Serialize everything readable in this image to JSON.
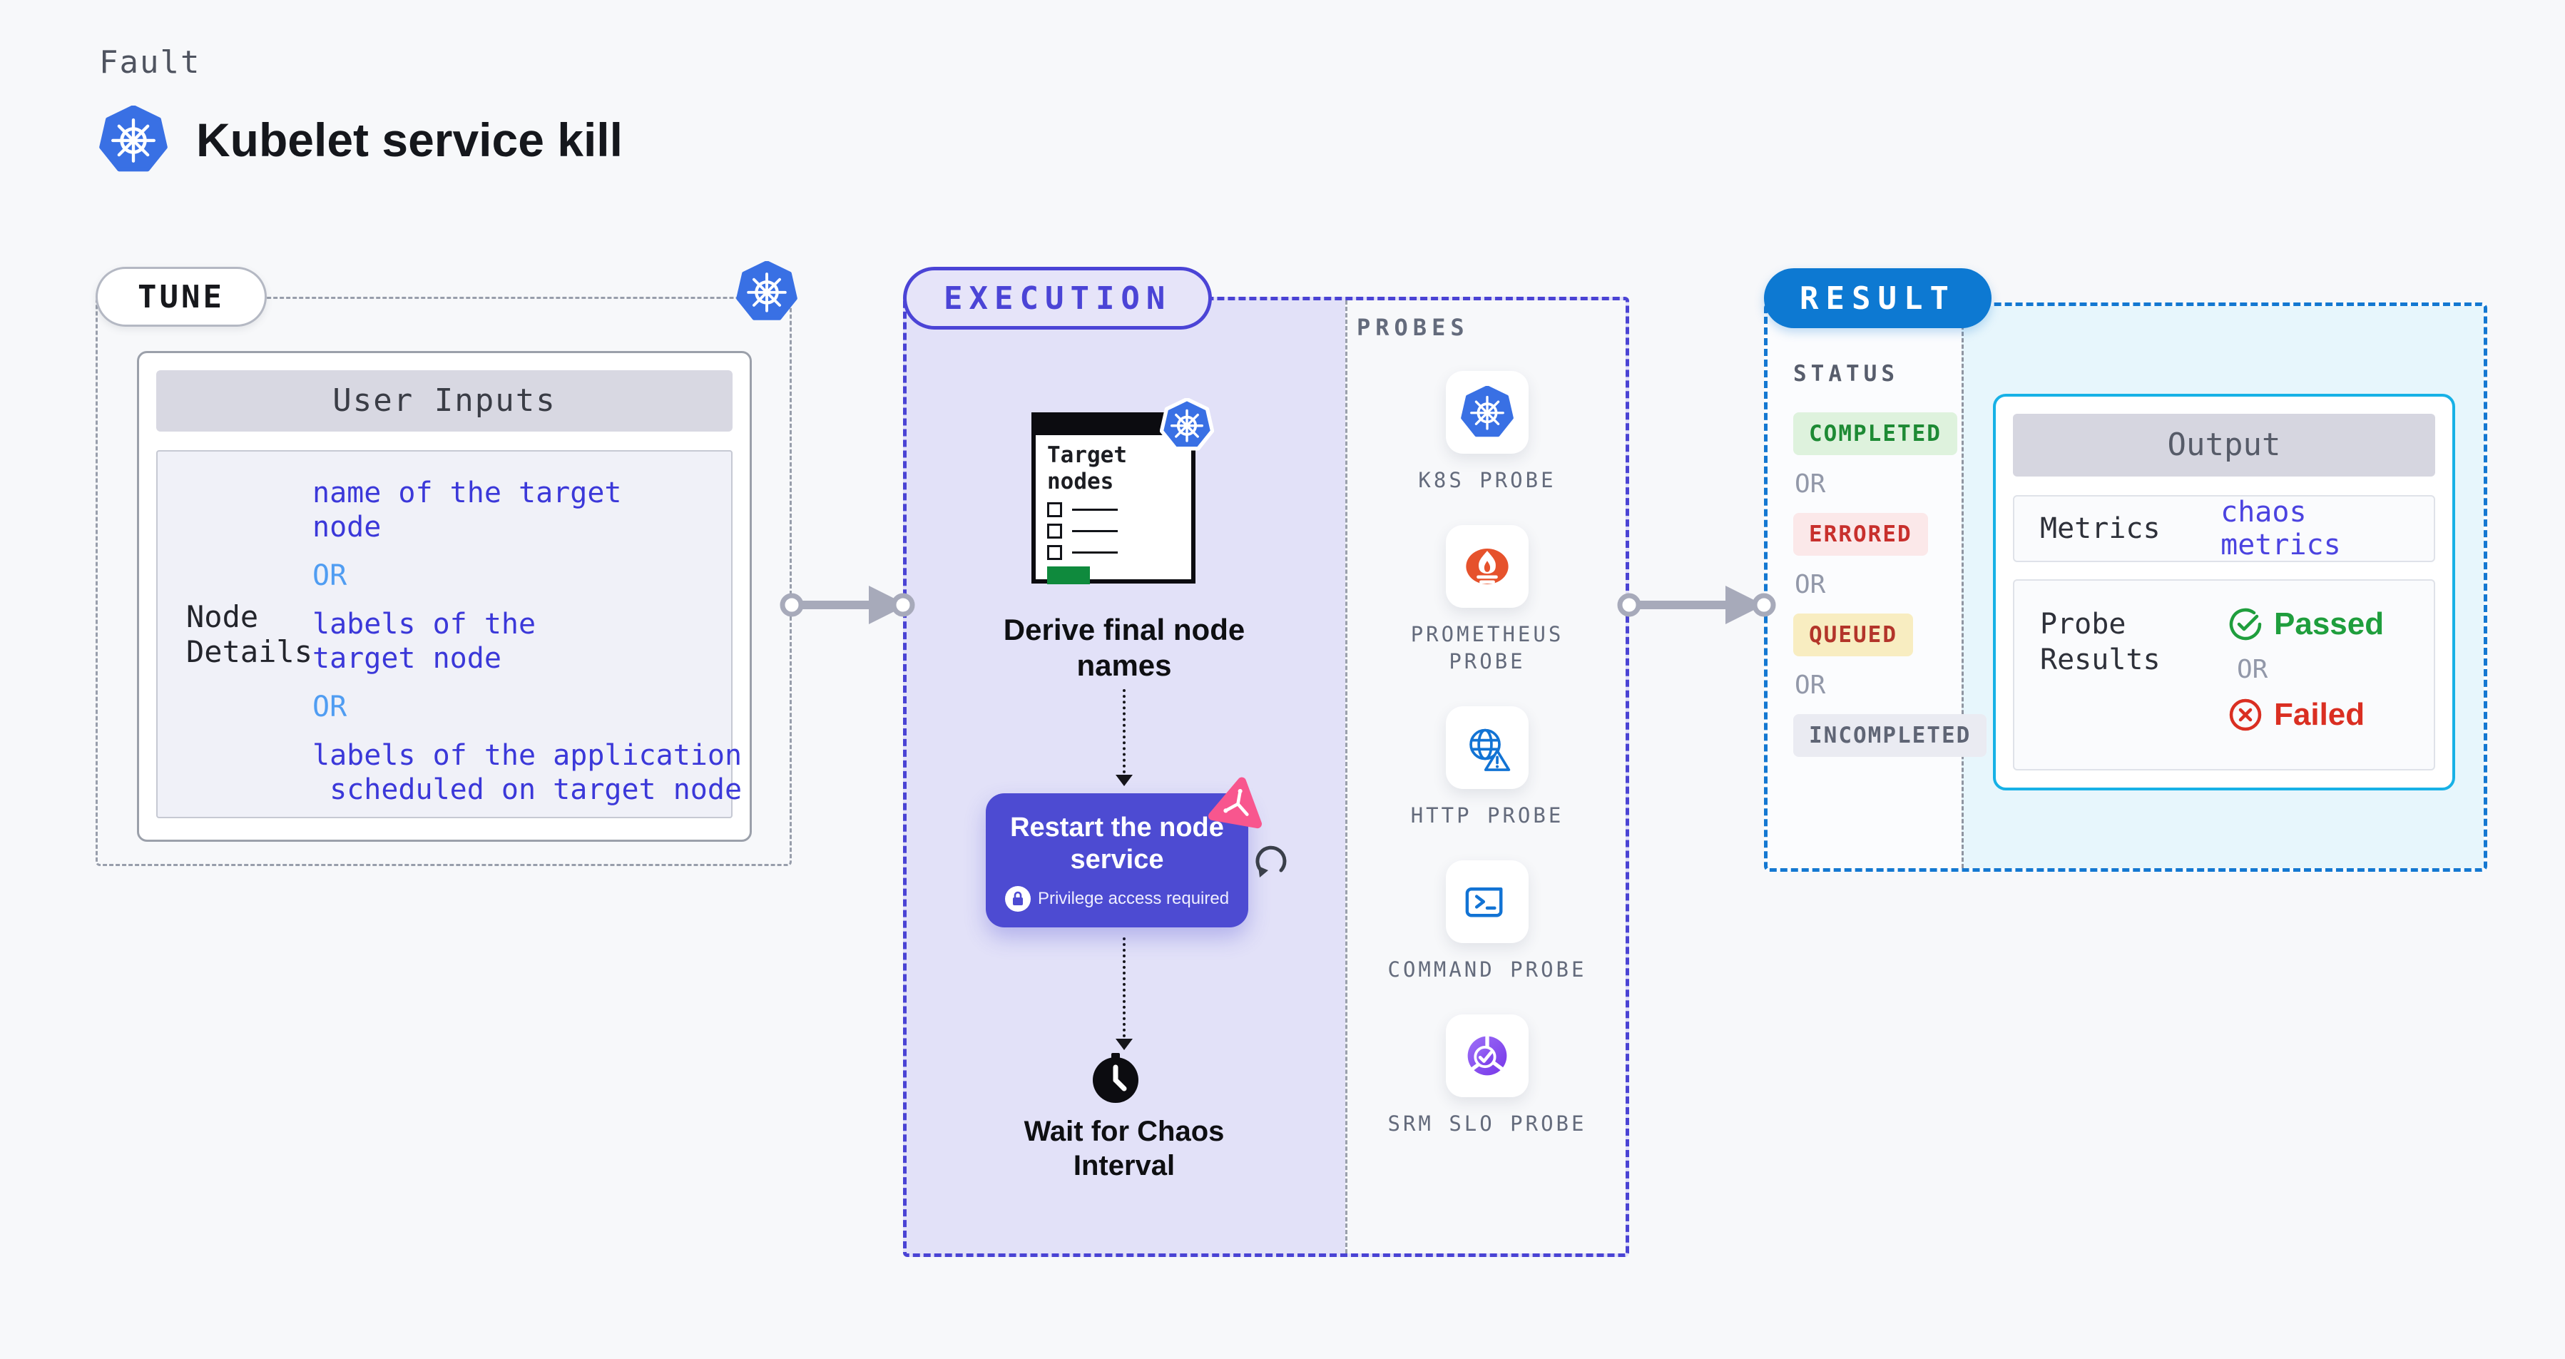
{
  "header": {
    "kicker": "Fault",
    "title": "Kubelet service kill"
  },
  "tune": {
    "badge": "TUNE",
    "table": {
      "header": "User Inputs",
      "row_label": "Node Details",
      "value_lines": [
        {
          "type": "value",
          "text": "name of the target"
        },
        {
          "type": "value",
          "text": "node"
        },
        {
          "type": "or",
          "text": "OR"
        },
        {
          "type": "value",
          "text": "labels of the"
        },
        {
          "type": "value",
          "text": "target node"
        },
        {
          "type": "or",
          "text": "OR"
        },
        {
          "type": "value",
          "text": "labels of the application"
        },
        {
          "type": "value",
          "text": " scheduled on target node"
        }
      ]
    }
  },
  "execution": {
    "badge": "EXECUTION",
    "doc_title": "Target nodes",
    "step1": "Derive final node names",
    "step2_title": "Restart the node service",
    "step2_note": "Privilege access required",
    "step3": "Wait for Chaos Interval",
    "probes": {
      "header": "PROBES",
      "items": [
        {
          "icon": "k8s-icon",
          "label": "K8S PROBE"
        },
        {
          "icon": "prometheus-icon",
          "label": "PROMETHEUS PROBE"
        },
        {
          "icon": "http-icon",
          "label": "HTTP PROBE"
        },
        {
          "icon": "command-icon",
          "label": "COMMAND PROBE"
        },
        {
          "icon": "srm-slo-icon",
          "label": "SRM SLO PROBE"
        }
      ]
    }
  },
  "result": {
    "badge": "RESULT",
    "status": {
      "header": "STATUS",
      "items": [
        {
          "type": "completed",
          "label": "COMPLETED"
        },
        {
          "type": "or",
          "label": "OR"
        },
        {
          "type": "errored",
          "label": "ERRORED"
        },
        {
          "type": "or",
          "label": "OR"
        },
        {
          "type": "queued",
          "label": "QUEUED"
        },
        {
          "type": "or",
          "label": "OR"
        },
        {
          "type": "incompleted",
          "label": "INCOMPLETED"
        }
      ]
    },
    "output": {
      "header": "Output",
      "metrics_label": "Metrics",
      "metrics_value": "chaos metrics",
      "probe_results_label": "Probe Results",
      "passed": "Passed",
      "or": "OR",
      "failed": "Failed"
    }
  },
  "colors": {
    "page_bg": "#f7f8fa",
    "indigo": "#4b44d6",
    "lavender_bg": "#e2e1f8",
    "result_blue": "#0d79d2",
    "output_cyan": "#17b1e6",
    "cyan_bg": "#e7f6fc",
    "value_blue": "#3b38d9",
    "or_blue": "#509df2",
    "green": "#1f9e3d",
    "red": "#da2f22",
    "prometheus_orange": "#e6522c",
    "kubernetes_blue": "#3970e4",
    "pink": "#f8568e",
    "arrow_gray": "#a7aaba"
  }
}
